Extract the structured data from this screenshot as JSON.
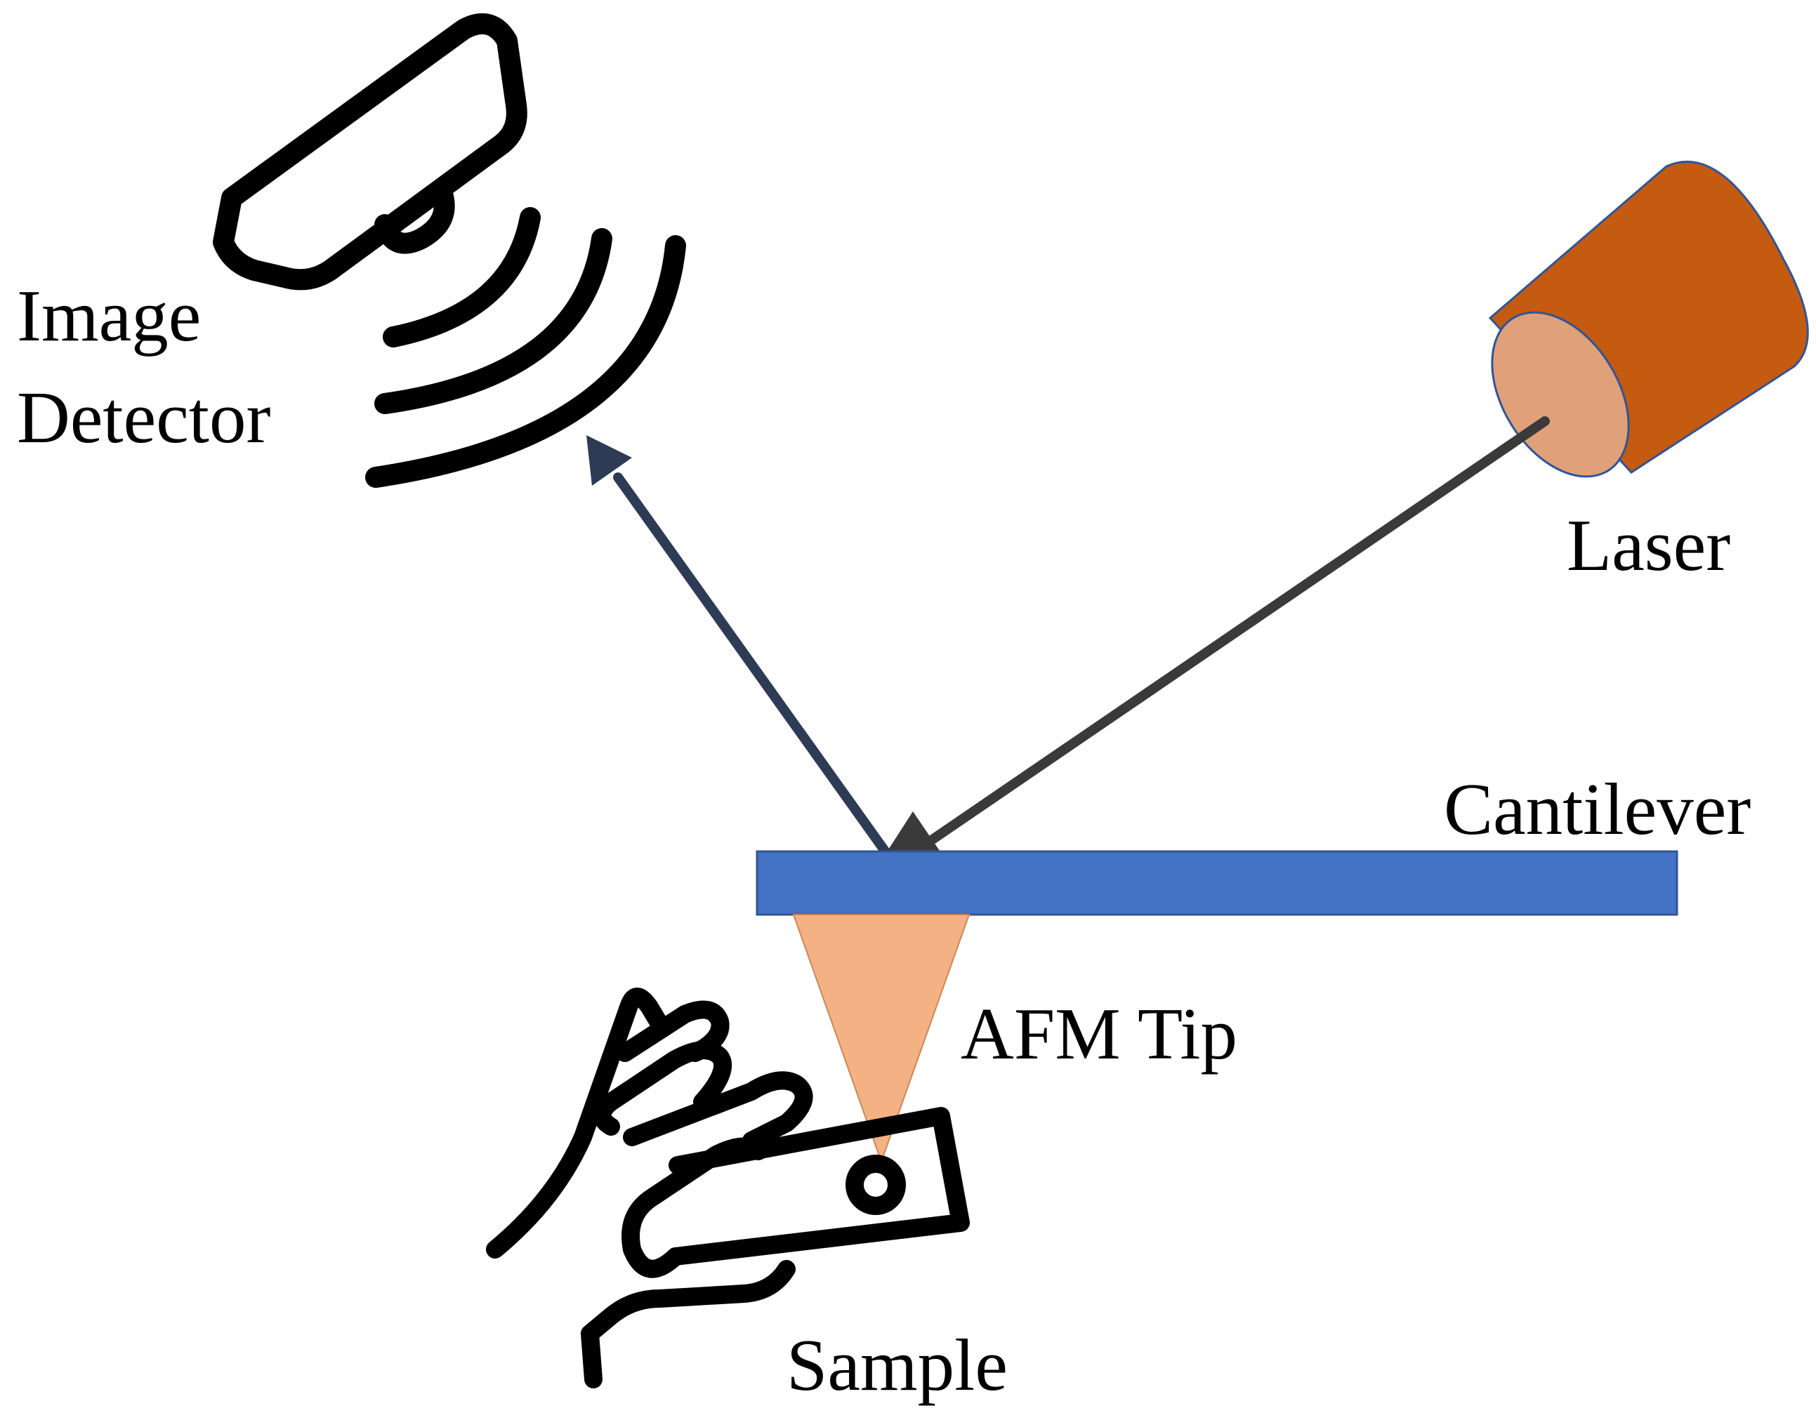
{
  "labels": {
    "image_detector_line1": "Image",
    "image_detector_line2": "Detector",
    "laser": "Laser",
    "cantilever": "Cantilever",
    "afm_tip": "AFM Tip",
    "sample": "Sample"
  },
  "colors": {
    "cantilever": "#4472C4",
    "afm_tip": "#F4B183",
    "laser_body": "#C55A11",
    "laser_face": "#E0A07A",
    "laser_outline": "#2F5597",
    "incident_beam": "#3A3A3A",
    "reflected_beam": "#2E3B55",
    "icons": "#000000"
  }
}
